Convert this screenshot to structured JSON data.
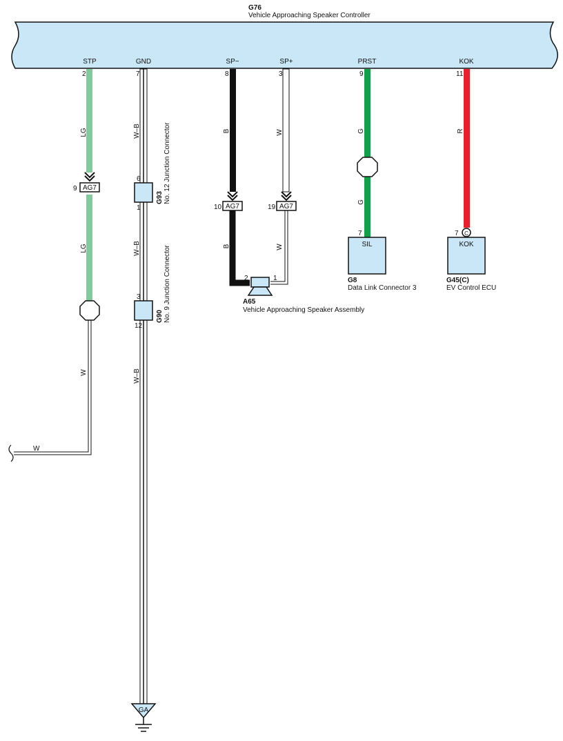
{
  "controller": {
    "code": "G76",
    "name": "Vehicle Approaching Speaker Controller",
    "fill": "#c9e7f6",
    "pins": [
      {
        "id": "stp",
        "name": "STP",
        "num": "2"
      },
      {
        "id": "gnd",
        "name": "GND",
        "num": "7"
      },
      {
        "id": "spm",
        "name": "SP−",
        "num": "8"
      },
      {
        "id": "spp",
        "name": "SP+",
        "num": "3"
      },
      {
        "id": "prst",
        "name": "PRST",
        "num": "9"
      },
      {
        "id": "kok",
        "name": "KOK",
        "num": "11"
      }
    ]
  },
  "wires": {
    "stp_upper": "LG",
    "stp_mid": "LG",
    "stp_lower": "W",
    "stp_horizontal": "W",
    "gnd_1": "W–B",
    "gnd_2": "W–B",
    "gnd_3": "W–B",
    "spm_upper": "B",
    "spm_lower": "B",
    "spp_upper": "W",
    "spp_lower": "W",
    "prst_upper": "G",
    "prst_lower": "G",
    "kok": "R"
  },
  "colors": {
    "LG": "#7fcb9b",
    "G": "#12a14a",
    "R": "#e8202e",
    "B": "#111111",
    "W": "#ffffff",
    "component_fill": "#c9e7f6"
  },
  "inline_connectors": {
    "stp_pin": "9",
    "stp_label": "AG7",
    "spm_pin": "10",
    "spm_label": "AG7",
    "spp_pin": "19",
    "spp_label": "AG7"
  },
  "junction_g93": {
    "code": "G93",
    "name": "No. 12 Junction Connector",
    "pin_top": "6",
    "pin_bottom": "1"
  },
  "junction_g90": {
    "code": "G90",
    "name": "No. 9 Junction Connector",
    "pin_top": "3",
    "pin_bottom": "12"
  },
  "speaker": {
    "code": "A65",
    "name": "Vehicle Approaching Speaker Assembly",
    "pin_left": "2",
    "pin_right": "1"
  },
  "dlc": {
    "code": "G8",
    "name": "Data Link Connector 3",
    "terminal": "SIL",
    "pin": "7"
  },
  "ecu": {
    "code": "G45(C)",
    "name": "EV Control ECU",
    "terminal": "KOK",
    "pin": "7",
    "connector_letter": "C"
  },
  "ground": {
    "label": "GA"
  }
}
